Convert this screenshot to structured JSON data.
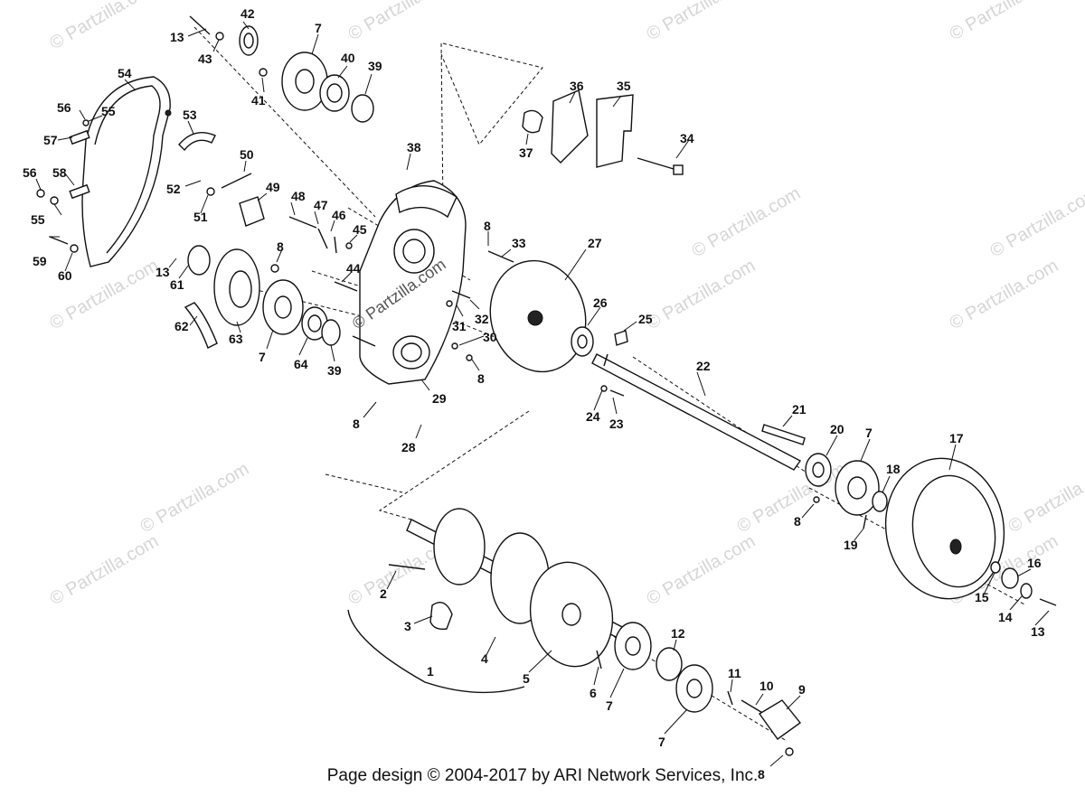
{
  "footer": "Page design © 2004-2017 by ARI Network Services, Inc.",
  "watermark": "© Partzilla.com",
  "watermark_center": "© Partzilla.com",
  "callouts": [
    "1",
    "2",
    "3",
    "4",
    "5",
    "6",
    "7",
    "8",
    "9",
    "10",
    "11",
    "12",
    "13",
    "14",
    "15",
    "16",
    "17",
    "18",
    "19",
    "20",
    "21",
    "22",
    "23",
    "24",
    "25",
    "26",
    "27",
    "28",
    "29",
    "30",
    "31",
    "32",
    "33",
    "34",
    "35",
    "36",
    "37",
    "38",
    "39",
    "40",
    "41",
    "42",
    "43",
    "44",
    "45",
    "46",
    "47",
    "48",
    "49",
    "50",
    "51",
    "52",
    "53",
    "54",
    "55",
    "56",
    "57",
    "58",
    "59",
    "60",
    "61",
    "62",
    "63",
    "64"
  ]
}
